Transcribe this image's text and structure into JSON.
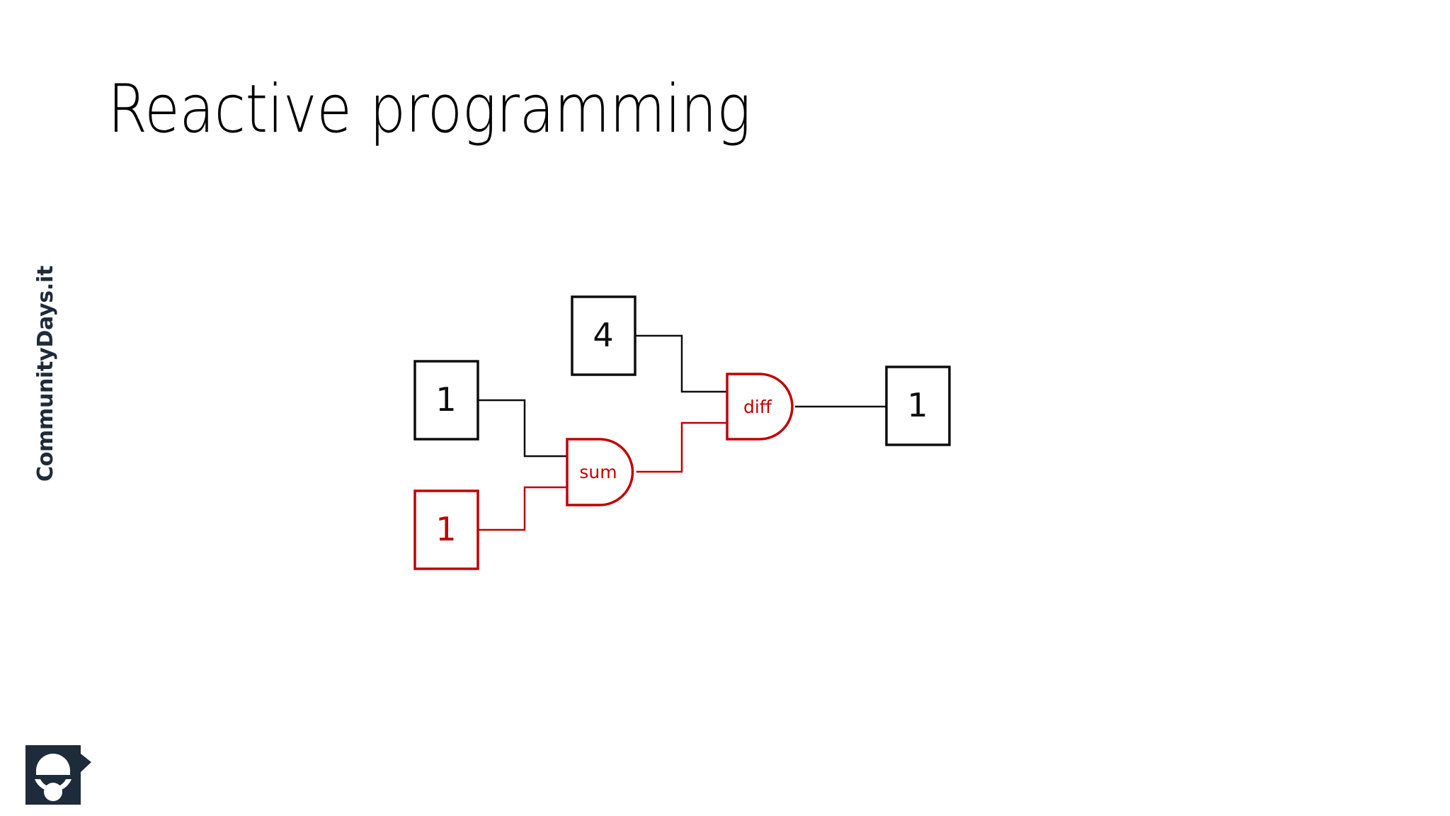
{
  "slide": {
    "title": "Reactive programming",
    "background_color": "#ffffff"
  },
  "colors": {
    "accent_red": "#c00000",
    "ink_black": "#0d0d0d",
    "brand_navy": "#1d2b3a"
  },
  "branding": {
    "wordmark": "CommunityDays.it",
    "logo_icon_name": "communitydays-logo-icon"
  },
  "diagram": {
    "type": "dataflow-circuit",
    "nodes": [
      {
        "id": "in-a",
        "label": "1",
        "kind": "value-box",
        "color": "#0d0d0d",
        "state": "unchanged"
      },
      {
        "id": "in-b",
        "label": "1",
        "kind": "value-box",
        "color": "#c00000",
        "state": "changed"
      },
      {
        "id": "in-c",
        "label": "4",
        "kind": "value-box",
        "color": "#0d0d0d",
        "state": "unchanged"
      },
      {
        "id": "gate-sum",
        "label": "sum",
        "kind": "gate",
        "color": "#c00000",
        "state": "recomputing"
      },
      {
        "id": "gate-diff",
        "label": "diff",
        "kind": "gate",
        "color": "#c00000",
        "state": "recomputing"
      },
      {
        "id": "out",
        "label": "1",
        "kind": "value-box",
        "color": "#0d0d0d",
        "state": "unchanged"
      }
    ],
    "edges": [
      {
        "from": "in-a",
        "to": "gate-sum",
        "color": "#0d0d0d"
      },
      {
        "from": "in-b",
        "to": "gate-sum",
        "color": "#c00000"
      },
      {
        "from": "in-c",
        "to": "gate-diff",
        "color": "#0d0d0d"
      },
      {
        "from": "gate-sum",
        "to": "gate-diff",
        "color": "#c00000"
      },
      {
        "from": "gate-diff",
        "to": "out",
        "color": "#0d0d0d"
      }
    ]
  }
}
